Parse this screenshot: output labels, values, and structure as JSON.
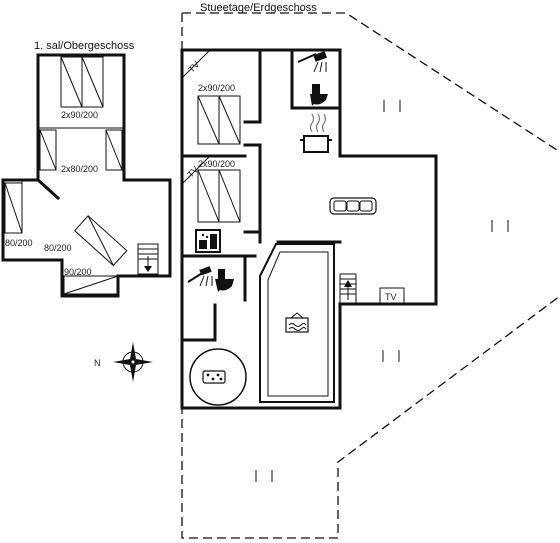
{
  "floors": {
    "upper": {
      "title": "1. sal/Obergeschoss"
    },
    "ground": {
      "title": "Stueetage/Erdgeschoss"
    }
  },
  "beds": {
    "upper_double_1": "2x90/200",
    "upper_double_2": "2x80/200",
    "upper_single_left": "80/200",
    "upper_single_diag": "80/200",
    "upper_single_bottom": "90/200",
    "ground_double_1": "2x90/200",
    "ground_double_2": "2x90/200"
  },
  "tv": {
    "label_a": "TV",
    "label_b": "TV",
    "label_c": "TV"
  },
  "compass": {
    "north": "N"
  },
  "icons": [
    "shower-icon",
    "toilet-icon",
    "stove-pot-icon",
    "sofa-icon",
    "sauna-icon",
    "pool-icon",
    "hot-tub-icon",
    "compass-icon",
    "stairs-icon"
  ]
}
